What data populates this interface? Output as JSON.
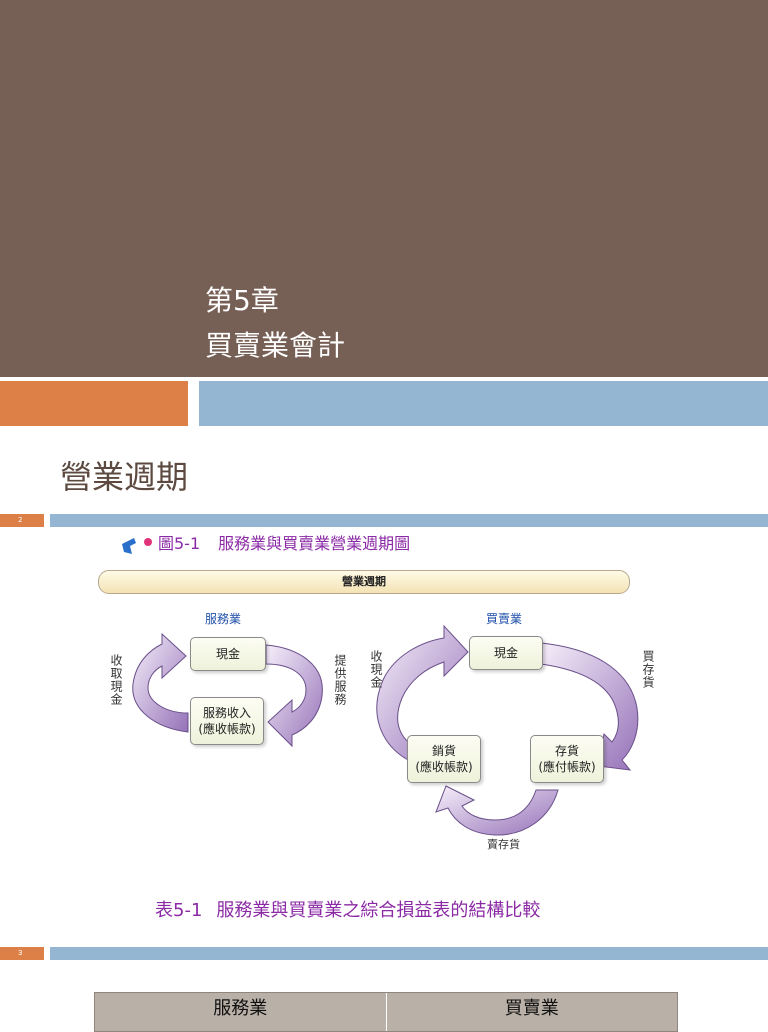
{
  "title_slide": {
    "chapter": "第5章",
    "subject": "買賣業會計",
    "colors": {
      "background": "#765f54",
      "orange": "#dd8047",
      "blue": "#94b6d2"
    }
  },
  "slide2": {
    "number": "2",
    "heading": "營業週期",
    "figure": {
      "number": "圖5-1",
      "title": "服務業與買賣業營業週期圖",
      "banner": "營業週期",
      "service": {
        "label": "服務業",
        "node_cash": "現金",
        "node_revenue_line1": "服務收入",
        "node_revenue_line2": "(應收帳款)",
        "edge_provide": "提供服務",
        "edge_collect": "收取現金"
      },
      "trading": {
        "label": "買賣業",
        "node_cash": "現金",
        "node_sales_line1": "銷貨",
        "node_sales_line2": "(應收帳款)",
        "node_inventory_line1": "存貨",
        "node_inventory_line2": "(應付帳款)",
        "edge_buy": "買存貨",
        "edge_sell": "賣存貨",
        "edge_collect": "收現金"
      }
    },
    "table_caption": {
      "number": "表5-1",
      "title": "服務業與買賣業之綜合損益表的結構比較"
    }
  },
  "slide3": {
    "number": "3",
    "table": {
      "headers": [
        "服務業",
        "買賣業"
      ]
    }
  }
}
